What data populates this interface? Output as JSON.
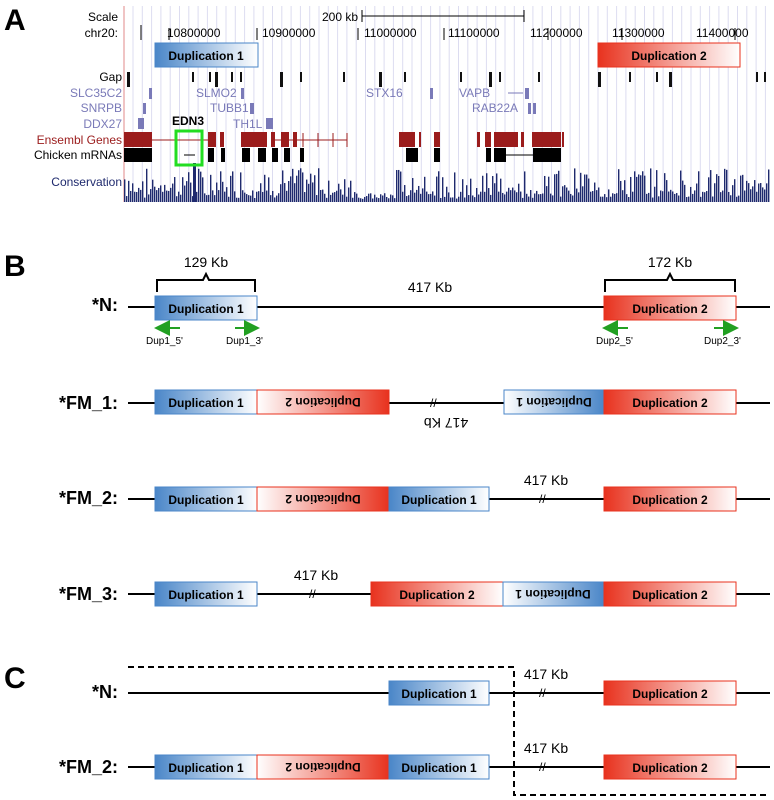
{
  "panels": {
    "a": "A",
    "b": "B",
    "c": "C"
  },
  "browser": {
    "scale_label": "Scale",
    "scale_value": "200 kb",
    "chrom": "chr20:",
    "coords": [
      "10800000",
      "10900000",
      "11000000",
      "11100000",
      "11200000",
      "11300000",
      "11400000"
    ],
    "track_gap": "Gap",
    "track_ensembl": "Ensembl Genes",
    "track_mrna": "Chicken mRNAs",
    "track_conservation": "Conservation",
    "genes": [
      "SLC35C2",
      "SNRPB",
      "DDX27",
      "SLMO2",
      "TUBB1",
      "TH1L",
      "STX16",
      "VAPB",
      "RAB22A"
    ],
    "highlight_gene": "EDN3",
    "colors": {
      "gene": "#7a7ab8",
      "ensembl": "#9b1c1c",
      "conservation": "#1f2a6e",
      "highlight": "#22dd22"
    }
  },
  "dup1": "Duplication 1",
  "dup2": "Duplication 2",
  "b": {
    "rows": [
      "*N:",
      "*FM_1:",
      "*FM_2:",
      "*FM_3:"
    ],
    "size_129": "129 Kb",
    "size_417": "417 Kb",
    "size_172": "172 Kb",
    "primers": [
      "Dup1_5'",
      "Dup1_3'",
      "Dup2_5'",
      "Dup2_3'"
    ],
    "fm_spacer": "417 Kb",
    "fm1_spacer_flipped": "417 Kb"
  },
  "c": {
    "rows": [
      "*N:",
      "*FM_2:"
    ],
    "spacer": "417 Kb"
  },
  "colors": {
    "dup1": "#4a86c8",
    "dup2": "#e8321e",
    "primer_arrow": "#22a022"
  }
}
